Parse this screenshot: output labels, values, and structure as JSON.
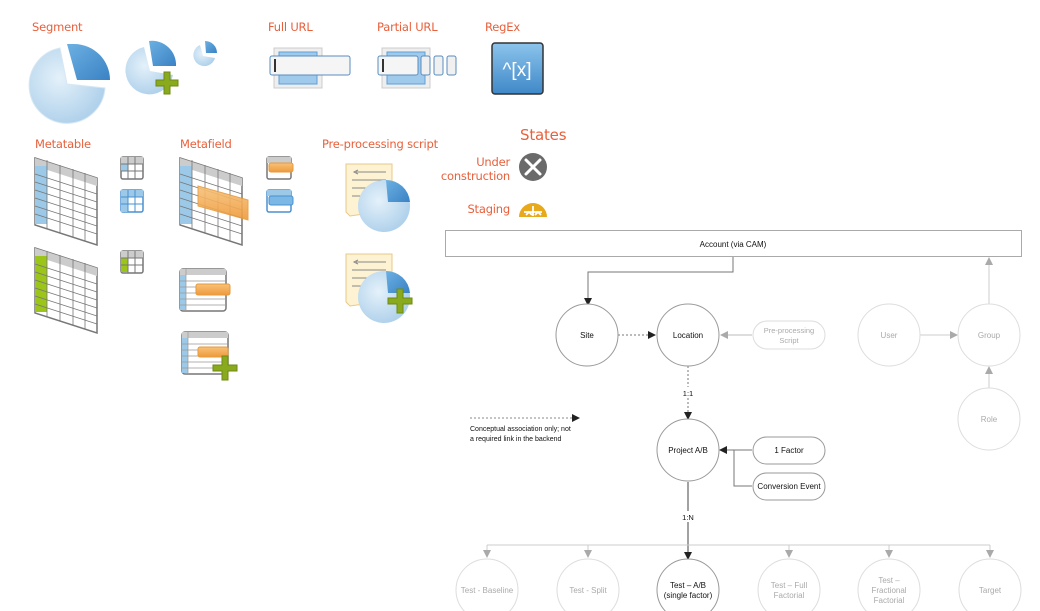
{
  "legend": {
    "segment": {
      "label": "Segment",
      "icons": [
        "segment-large-icon",
        "segment-add-icon",
        "segment-small-icon"
      ]
    },
    "full_url": {
      "label": "Full URL"
    },
    "partial_url": {
      "label": "Partial URL"
    },
    "regex": {
      "label": "RegEx",
      "glyph": "^[x]"
    },
    "metatable": {
      "label": "Metatable"
    },
    "metafield": {
      "label": "Metafield"
    },
    "preprocessing": {
      "label": "Pre-processing script"
    },
    "states": {
      "title": "States",
      "under_construction_line1": "Under",
      "under_construction_line2": "construction",
      "staging": "Staging"
    }
  },
  "colors": {
    "accent_orange": "#e8603c",
    "segment_blue": "#4a90d0",
    "segment_light": "#b9d8ef",
    "plus_green": "#8aaa1e",
    "field_orange": "#f3a84a",
    "staging_yellow": "#e9a91c",
    "construction_gray": "#6a6a6a",
    "node_active": "#999999",
    "node_inactive": "#dddddd"
  },
  "diagram": {
    "account": "Account (via CAM)",
    "nodes": {
      "site": "Site",
      "location": "Location",
      "preproc_line1": "Pre-processing",
      "preproc_line2": "Script",
      "user": "User",
      "group": "Group",
      "role": "Role",
      "project": "Project A/B",
      "factor": "1 Factor",
      "conversion": "Conversion Event"
    },
    "edge_labels": {
      "one_to_one": "1:1",
      "one_to_n": "1:N"
    },
    "note_line1": "Conceptual association only; not",
    "note_line2": "a required link in the backend",
    "tests": [
      {
        "lines": [
          "Test - Baseline"
        ],
        "active": false
      },
      {
        "lines": [
          "Test - Split"
        ],
        "active": false
      },
      {
        "lines": [
          "Test – A/B",
          "(single factor)"
        ],
        "active": true
      },
      {
        "lines": [
          "Test – Full",
          "Factorial"
        ],
        "active": false
      },
      {
        "lines": [
          "Test –",
          "Fractional",
          "Factorial"
        ],
        "active": false
      },
      {
        "lines": [
          "Target"
        ],
        "active": false
      }
    ]
  }
}
